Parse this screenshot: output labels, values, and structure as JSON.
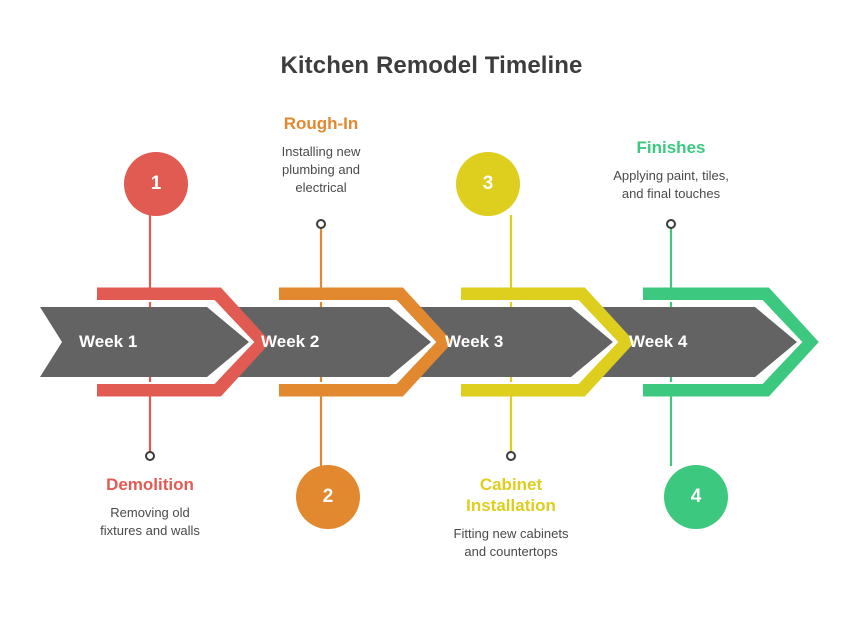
{
  "title": "Kitchen Remodel Timeline",
  "colors": {
    "band": "#636363",
    "title": "#3d3d3d",
    "description": "#4a4a4a",
    "marker_ring": "#3a3a3a",
    "background": "#ffffff",
    "week_label": "#ffffff"
  },
  "chart_data": {
    "type": "diagram",
    "subtype": "chevron-timeline",
    "title": "Kitchen Remodel Timeline",
    "orientation": "horizontal",
    "segment_count": 4,
    "categories": [
      "Week 1",
      "Week 2",
      "Week 3",
      "Week 4"
    ],
    "milestones": [
      {
        "number": "1",
        "week": "Week 1",
        "title": "Demolition",
        "description": "Removing old fixtures and walls",
        "description_lines": [
          "Removing old",
          "fixtures and walls"
        ],
        "color": "#e25b53",
        "position": "below",
        "circle_position": "above"
      },
      {
        "number": "2",
        "week": "Week 2",
        "title": "Rough-In",
        "description": "Installing new plumbing and electrical",
        "description_lines": [
          "Installing new",
          "plumbing and",
          "electrical"
        ],
        "color": "#e2882e",
        "position": "above",
        "circle_position": "below"
      },
      {
        "number": "3",
        "week": "Week 3",
        "title": "Cabinet Installation",
        "title_lines": [
          "Cabinet",
          "Installation"
        ],
        "description": "Fitting new cabinets and countertops",
        "description_lines": [
          "Fitting new cabinets",
          "and countertops"
        ],
        "color": "#dece1e",
        "position": "below",
        "circle_position": "above"
      },
      {
        "number": "4",
        "week": "Week 4",
        "title": "Finishes",
        "description": "Applying paint, tiles, and final touches",
        "description_lines": [
          "Applying paint, tiles,",
          "and final touches"
        ],
        "color": "#3cc97f",
        "position": "above",
        "circle_position": "below"
      }
    ]
  }
}
